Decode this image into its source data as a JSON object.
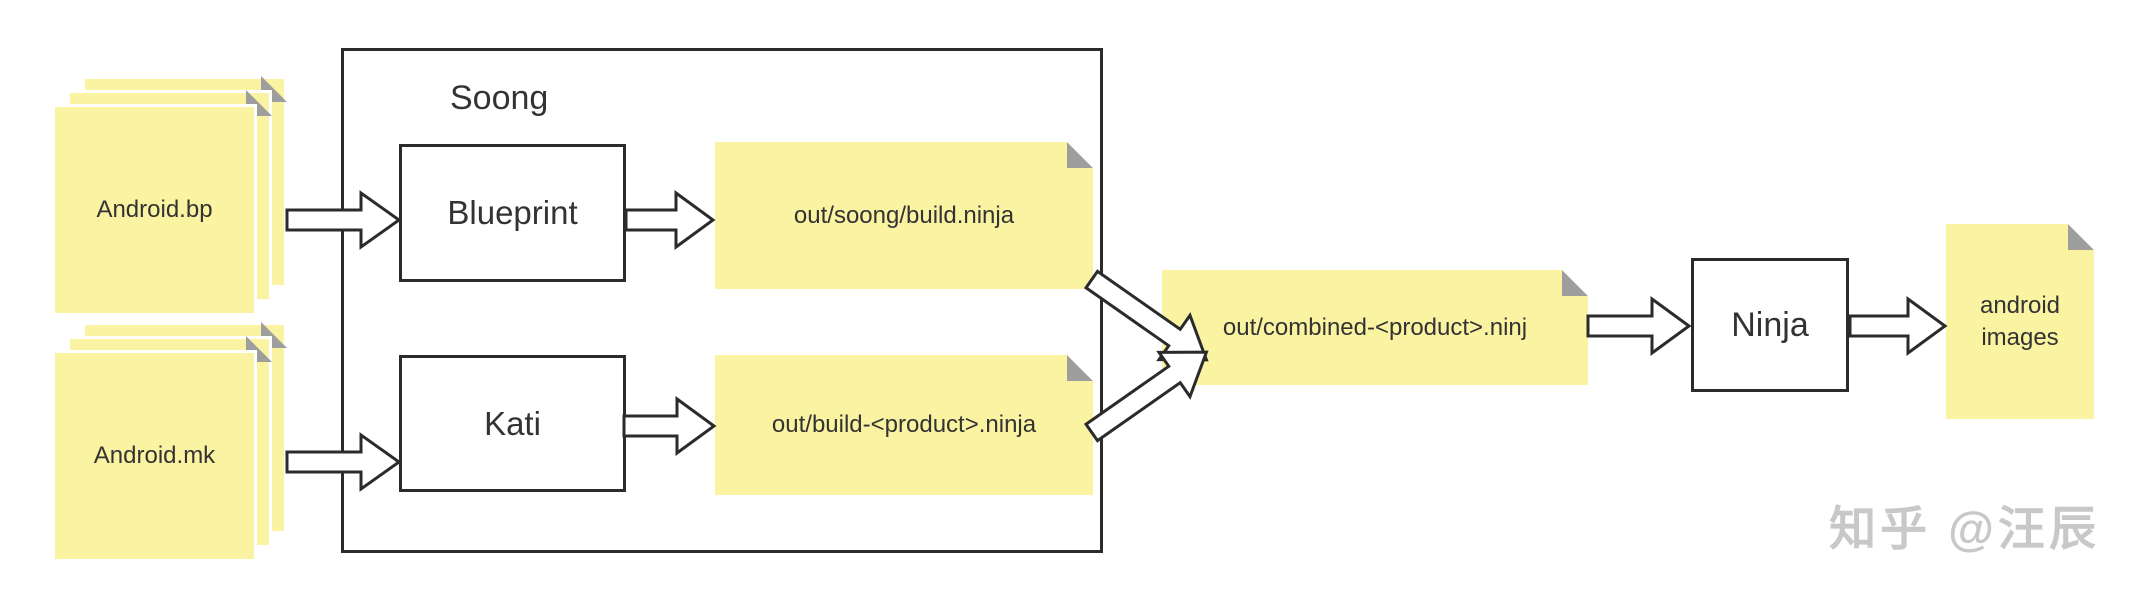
{
  "files": {
    "android_bp": "Android.bp",
    "android_mk": "Android.mk"
  },
  "soong_box": {
    "title": "Soong",
    "blueprint_label": "Blueprint",
    "kati_label": "Kati"
  },
  "notes": {
    "soong_ninja": "out/soong/build.ninja",
    "kati_ninja": "out/build-<product>.ninja",
    "combined_ninja": "out/combined-<product>.ninj",
    "android_images": "android images"
  },
  "ninja_box": {
    "label": "Ninja"
  },
  "watermark": "知乎 @汪辰",
  "colors": {
    "note_yellow": "#FAF3A1",
    "fold_gray": "#9E9E9E",
    "line_black": "#2B2B2B",
    "watermark_gray": "#C8C8C8",
    "background": "#FFFFFF"
  }
}
